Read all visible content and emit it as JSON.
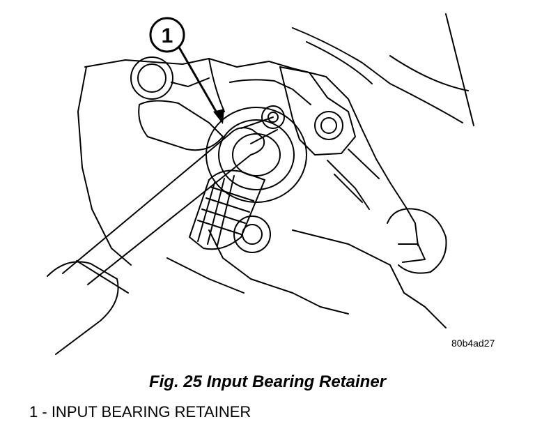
{
  "callout": {
    "number": "1"
  },
  "figure_code": "80b4ad27",
  "caption": "Fig. 25 Input Bearing Retainer",
  "legend": [
    {
      "number": "1",
      "separator": " - ",
      "label": "INPUT BEARING RETAINER"
    }
  ]
}
